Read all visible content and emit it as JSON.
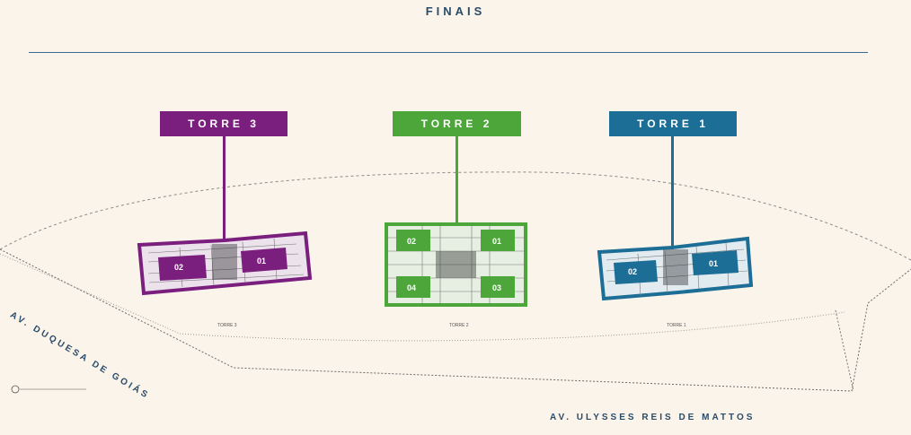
{
  "header": {
    "title": "FINAIS"
  },
  "towers": [
    {
      "label": "TORRE 3",
      "color": "#7b1f7e",
      "units": [
        "02",
        "01"
      ],
      "site_label": "TORRE 3"
    },
    {
      "label": "TORRE 2",
      "color": "#4ca63a",
      "units": [
        "02",
        "01",
        "04",
        "03"
      ],
      "site_label": "TORRE 2"
    },
    {
      "label": "TORRE 1",
      "color": "#1c6e96",
      "units": [
        "02",
        "01"
      ],
      "site_label": "TORRE 1"
    }
  ],
  "streets": {
    "left": "AV. DUQUESA DE GOIÁS",
    "bottom": "AV. ULYSSES REIS DE MATTOS"
  }
}
